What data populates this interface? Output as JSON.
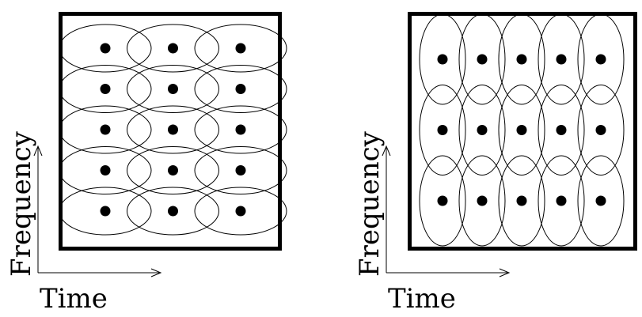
{
  "diagrams": [
    {
      "name": "wide-time-tiling",
      "rows": 5,
      "cols": 3,
      "axis_labels": {
        "x": "Time",
        "y": "Frequency"
      }
    },
    {
      "name": "wide-frequency-tiling",
      "rows": 3,
      "cols": 5,
      "axis_labels": {
        "x": "Time",
        "y": "Frequency"
      }
    }
  ],
  "colors": {
    "stroke": "#000000",
    "background": "#ffffff"
  }
}
